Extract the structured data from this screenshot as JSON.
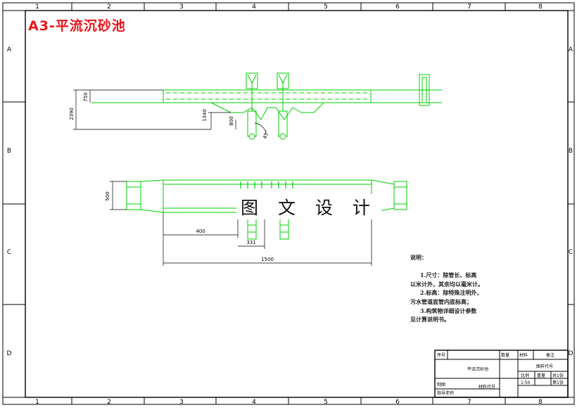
{
  "header": {
    "title": "A3-平流沉砂池"
  },
  "watermark": "图 文 设 计",
  "grid": {
    "columns": [
      "1",
      "2",
      "3",
      "4",
      "5",
      "6",
      "7",
      "8"
    ],
    "rows": [
      "A",
      "B",
      "C",
      "D"
    ]
  },
  "dimensions": {
    "d2390": "2390",
    "d750": "750",
    "d1340": "1340",
    "d800": "800",
    "angle": "45°",
    "d500": "500",
    "d400": "400",
    "d331": "331",
    "d1500": "1500"
  },
  "notes": {
    "heading": "说明：",
    "line1a": "1.尺寸：除管长、标高",
    "line1b": "以米计外，其余均以毫米计。",
    "line2a": "2.标高：除特殊注明外，",
    "line2b": "污水管道底管内底标高；",
    "line3a": "3.构筑物详细设计参数",
    "line3b": "见计算说明书。"
  },
  "title_block": {
    "seq": "序号",
    "qty": "数量",
    "material": "材料",
    "remark": "备注",
    "drawing_name": "平流沉砂池",
    "drawing_code": "图样代号",
    "scale_label": "比例",
    "weight_label": "重量",
    "sheets_label": "共1张",
    "scale_value": "1:50",
    "sheet_no": "第1张",
    "drawn": "制图",
    "reviewed": "指导老师",
    "material_code": "材料代号"
  },
  "colors": {
    "frame": "#000000",
    "drawing": "#00d000",
    "title": "#e8141b"
  }
}
